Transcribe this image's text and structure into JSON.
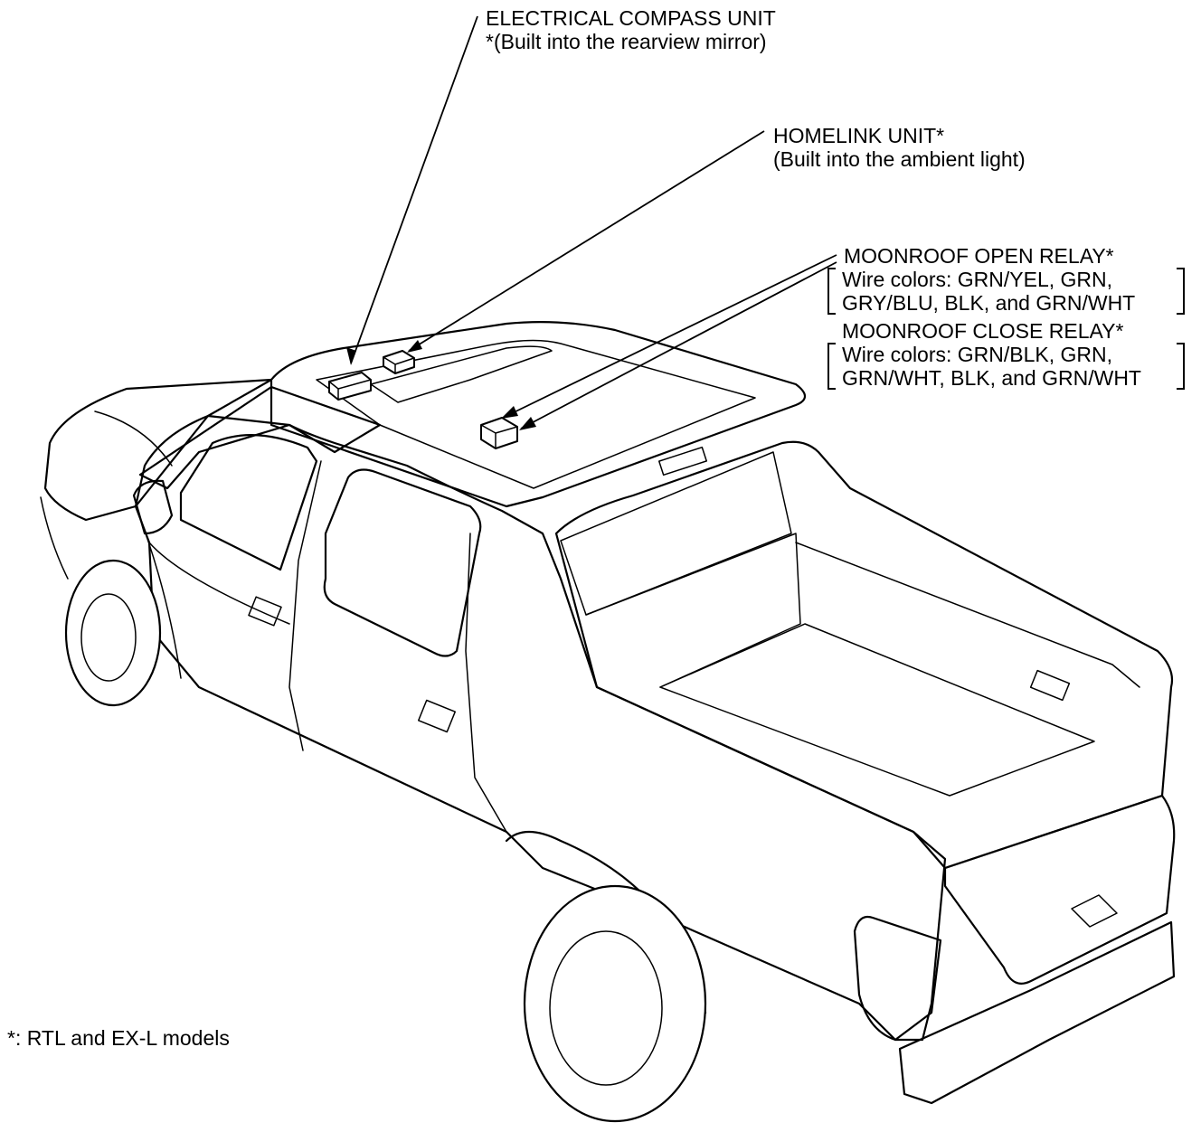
{
  "callouts": {
    "compass": {
      "title": "ELECTRICAL COMPASS UNIT",
      "note": "*(Built into the rearview mirror)"
    },
    "homelink": {
      "title": "HOMELINK UNIT*",
      "note": "(Built into the ambient light)"
    },
    "moonroof_open": {
      "title": "MOONROOF OPEN RELAY*",
      "wire_line1": "Wire colors: GRN/YEL, GRN,",
      "wire_line2": "GRY/BLU, BLK, and GRN/WHT"
    },
    "moonroof_close": {
      "title": "MOONROOF CLOSE RELAY*",
      "wire_line1": "Wire colors: GRN/BLK, GRN,",
      "wire_line2": "GRN/WHT, BLK, and GRN/WHT"
    }
  },
  "footnote": "*: RTL and EX-L models",
  "colors": {
    "line": "#000000",
    "background": "#ffffff"
  }
}
